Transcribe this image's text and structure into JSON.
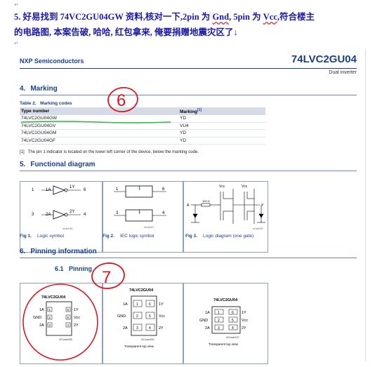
{
  "intro": {
    "line1_prefix": "5.  好易找到 74VC2GU04GW 资料,核对一下,2pin 为 ",
    "gnd": "Gnd",
    "line1_mid": ", 5pin 为 ",
    "vcc": "Vcc",
    "line1_suffix": ",符合楼主",
    "line2": "的电路图, 本案告破, 哈哈, 红包拿来, 俺要捐赠地震灾区了↓"
  },
  "sheet": {
    "company": "NXP Semiconductors",
    "part_number": "74LVC2GU04",
    "subtitle": "Dual inverter",
    "marking": {
      "number": "4.",
      "title": "Marking",
      "table_caption_label": "Table 2.",
      "table_caption": "Marking codes",
      "col_type": "Type number",
      "col_code": "Marking",
      "col_code_ref": "[1]",
      "rows": [
        {
          "type": "74LVC2GU04GW",
          "code": "YD"
        },
        {
          "type": "74LVC2GU04GV",
          "code": "VU4"
        },
        {
          "type": "74LVC2GU04GM",
          "code": "YD"
        },
        {
          "type": "74LVC2GU04GF",
          "code": "YD"
        }
      ],
      "footnote_ref": "[1]",
      "footnote": "The pin 1 indicator is located on the lower left corner of the device, below the marking code."
    },
    "functional": {
      "number": "5.",
      "title": "Functional diagram",
      "fig1": {
        "label": "Fig 1.",
        "title": "Logic symbol",
        "code": "mna108"
      },
      "fig2": {
        "label": "Fig 2.",
        "title": "IEC logic symbol",
        "code": "mna107"
      },
      "fig3": {
        "label": "Fig 3.",
        "title": "Logic diagram (one gate)",
        "code": "mna109"
      },
      "pins_top": {
        "in": "1A",
        "out": "1Y",
        "in_no": "1",
        "out_no": "6"
      },
      "pins_bot": {
        "in": "2A",
        "out": "2Y",
        "in_no": "3",
        "out_no": "4"
      },
      "iec": {
        "a1": "1",
        "a2": "1",
        "a3": "6",
        "b1": "3",
        "b2": "1",
        "b3": "4"
      },
      "logic": {
        "vcc1": "Vcc",
        "vcc2": "Vcc",
        "a": "A",
        "y": "Y",
        "r": "100 Ω"
      }
    },
    "pinning": {
      "number": "6.",
      "title": "Pinning information",
      "sub_number": "6.1",
      "sub_title": "Pinning",
      "pkg_title": "74LVC2GU04",
      "left": [
        "1A",
        "GND",
        "2A"
      ],
      "right": [
        "1Y",
        "Vcc",
        "2Y"
      ],
      "lnum": [
        "1",
        "2",
        "3"
      ],
      "rnum": [
        "6",
        "5",
        "4"
      ],
      "p1_code": "001aab655",
      "p2_code": "001aab551",
      "p3_code": "001aab227",
      "top_view": "Transparent top view"
    }
  },
  "annotations": {
    "circle6": "6",
    "circle7": "7",
    "ann_color": "#e0141e"
  },
  "colors": {
    "heading": "#1a3f8a",
    "intro_text": "#1a1aa6",
    "annotation": "#e0141e"
  }
}
